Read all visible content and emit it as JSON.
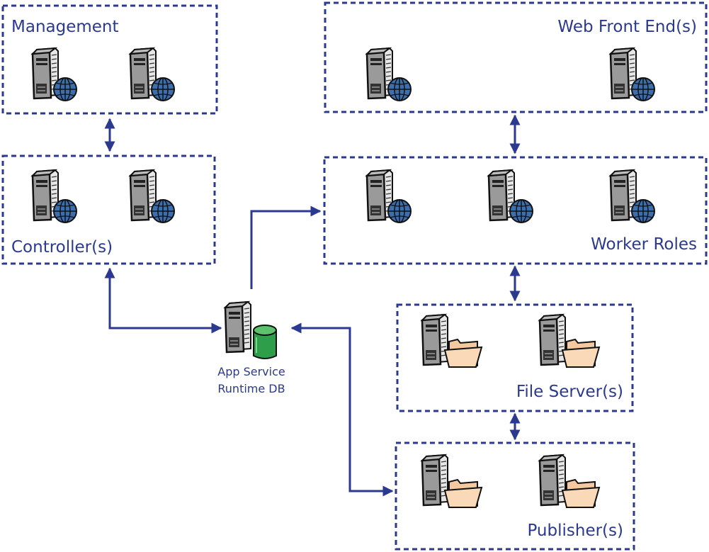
{
  "groups": {
    "management": {
      "label": "Management"
    },
    "web_front_end": {
      "label": "Web Front End(s)"
    },
    "controller": {
      "label": "Controller(s)"
    },
    "worker_roles": {
      "label": "Worker Roles"
    },
    "file_server": {
      "label": "File Server(s)"
    },
    "publisher": {
      "label": "Publisher(s)"
    }
  },
  "database": {
    "label_line1": "App Service",
    "label_line2": "Runtime DB"
  },
  "icons": {
    "web_server": "web-server-icon",
    "file_server": "file-server-icon",
    "database_server": "database-server-icon"
  },
  "colors": {
    "border": "#2b3990",
    "label": "#2b3990",
    "connector": "#2b3990",
    "globe": "#3b6fb0",
    "folder": "#f5c9a0",
    "database": "#2e9e4a"
  }
}
